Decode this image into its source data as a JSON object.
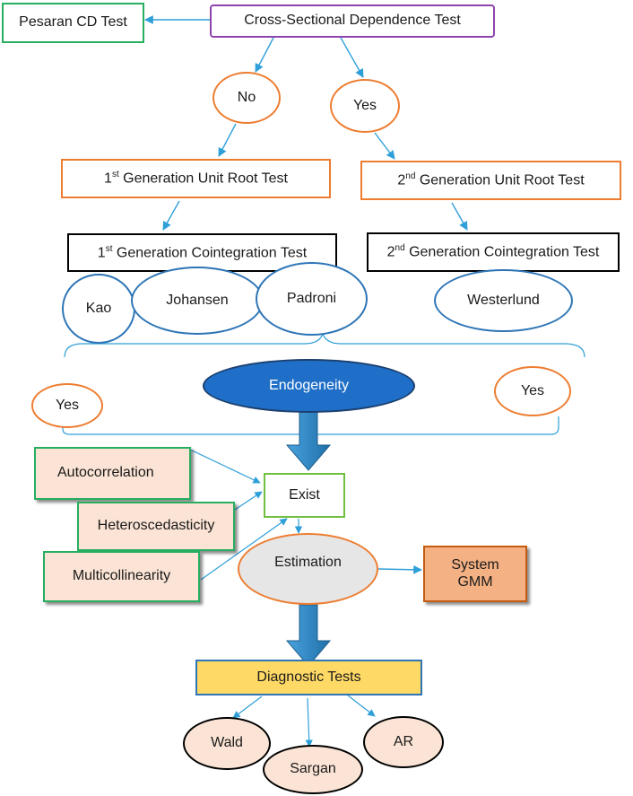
{
  "diagram": {
    "nodes": {
      "cd_dependence": "Cross-Sectional Dependence Test",
      "pesaran": "Pesaran CD Test",
      "no": "No",
      "yes_top": "Yes",
      "first_gen_unit_root": {
        "prefix": "1",
        "sup": "st",
        "rest": " Generation Unit Root Test"
      },
      "second_gen_unit_root": {
        "prefix": "2",
        "sup": "nd",
        "rest": " Generation Unit Root Test"
      },
      "first_gen_coint": {
        "prefix": "1",
        "sup": "st",
        "rest": " Generation Cointegration Test"
      },
      "second_gen_coint": {
        "prefix": "2",
        "sup": "nd",
        "rest": " Generation Cointegration Test"
      },
      "kao": "Kao",
      "johansen": "Johansen",
      "padroni": "Padroni",
      "westerlund": "Westerlund",
      "endogeneity": "Endogeneity",
      "yes_left": "Yes",
      "yes_right": "Yes",
      "autocorrelation": "Autocorrelation",
      "heteroscedasticity": "Heteroscedasticity",
      "multicollinearity": "Multicollinearity",
      "exist": "Exist",
      "estimation": "Estimation",
      "system_gmm": "System GMM",
      "diagnostic_tests": "Diagnostic Tests",
      "wald": "Wald",
      "sargan": "Sargan",
      "ar": "AR"
    },
    "colors": {
      "arrow": "#2f9fd8",
      "purple_border": "#8e44ad",
      "green_border": "#27ae60",
      "orange_border": "#ed7d31",
      "black_border": "#000000",
      "blue_border": "#2e75b6",
      "light_green_border": "#70c040",
      "endogeneity_fill": "#1f6fc8",
      "endogeneity_border": "#1c3f6e",
      "peach_fill": "#fbe4d5",
      "estimation_fill": "#e6e6e6",
      "gmm_fill": "#f4b183",
      "diagnostic_fill": "#ffd966",
      "big_arrow": "#2e86c1"
    }
  }
}
